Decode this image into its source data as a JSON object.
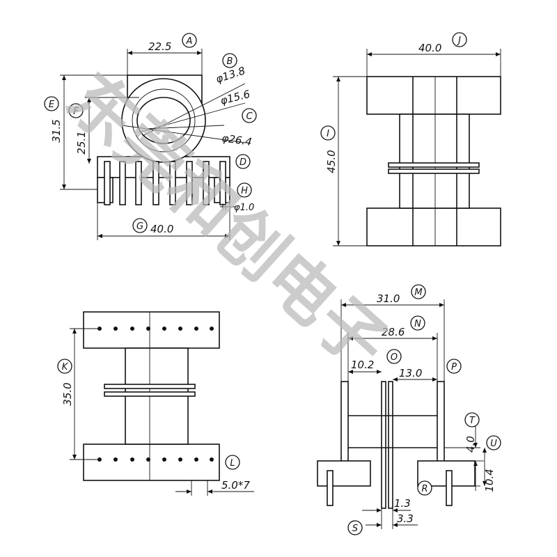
{
  "views": {
    "front": {
      "dims": {
        "A": "22.5",
        "E": "31.5",
        "F": "25.1",
        "G": "40.0",
        "dia_inner": "φ13.8",
        "dia_mid": "φ15.6",
        "dia_outer": "φ26.4",
        "pin": "φ1.0"
      }
    },
    "side": {
      "dims": {
        "J": "40.0",
        "I": "45.0"
      }
    },
    "bottom": {
      "dims": {
        "K": "35.0",
        "L": "5.0*7"
      }
    },
    "section": {
      "dims": {
        "M": "31.0",
        "N": "28.6",
        "O": "10.2",
        "P": "13.0",
        "T": "4.0",
        "U": "10.4",
        "R": "1.3",
        "S": "3.3"
      }
    }
  },
  "labels": [
    "A",
    "B",
    "C",
    "D",
    "E",
    "F",
    "G",
    "H",
    "I",
    "J",
    "K",
    "L",
    "M",
    "N",
    "O",
    "P",
    "R",
    "S",
    "T",
    "U"
  ],
  "watermark": "东莞和创电子",
  "colors": {
    "line": "#111111",
    "watermark": "#b9b9b9",
    "background": "#ffffff"
  }
}
